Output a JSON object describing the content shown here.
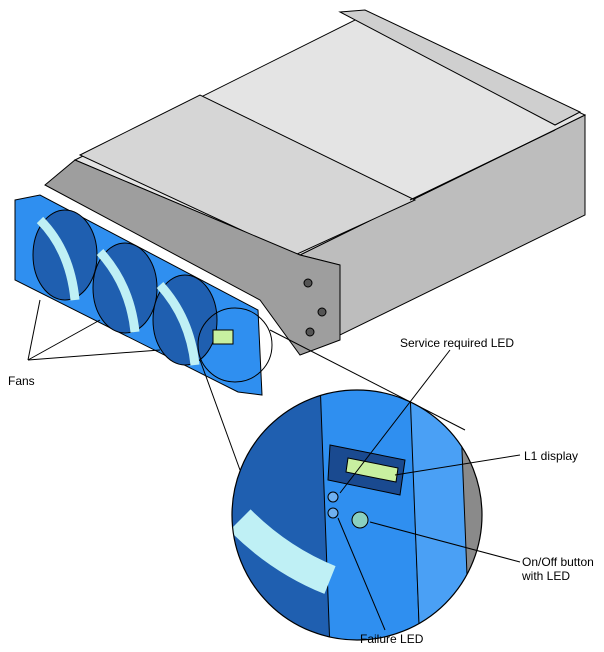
{
  "labels": {
    "fans": "Fans",
    "service_led": "Service required LED",
    "l1_display": "L1 display",
    "onoff_line1": "On/Off button",
    "onoff_line2": "with LED",
    "failure_led": "Failure LED"
  },
  "colors": {
    "bezel_blue": "#2f8ff0",
    "bezel_dark": "#1f5fb0",
    "fan_light": "#bff0f5",
    "chassis_top": "#dcdcdc",
    "chassis_side": "#bdbdbd",
    "display_green": "#c8f0a0"
  }
}
